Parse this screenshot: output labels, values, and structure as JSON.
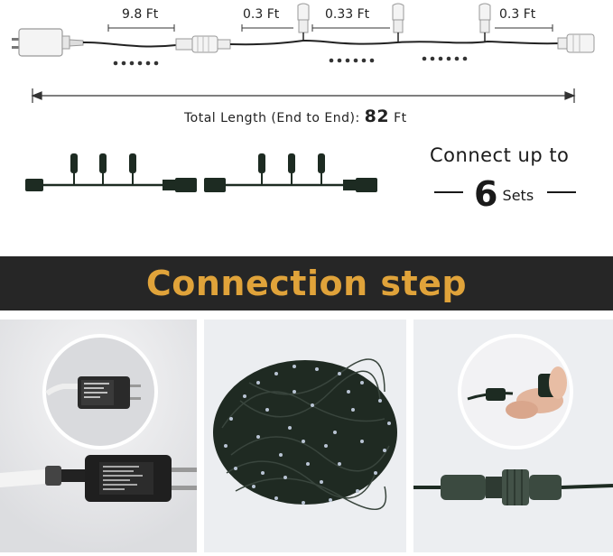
{
  "diagram": {
    "segment_labels": {
      "lead": "9.8 Ft",
      "gap_left": "0.3 Ft",
      "spacing": "0.33 Ft",
      "gap_right": "0.3 Ft"
    },
    "total_length": {
      "prefix": "Total Length (End to End):",
      "value": "82",
      "unit": "Ft"
    },
    "connect": {
      "line1": "Connect up to",
      "count": "6",
      "unit": "Sets"
    }
  },
  "banner": {
    "title": "Connection step"
  },
  "colors": {
    "banner_bg": "#262626",
    "banner_text": "#e0a33a",
    "cable": "#1d2b22",
    "panel_bg": "#e9eaec"
  }
}
